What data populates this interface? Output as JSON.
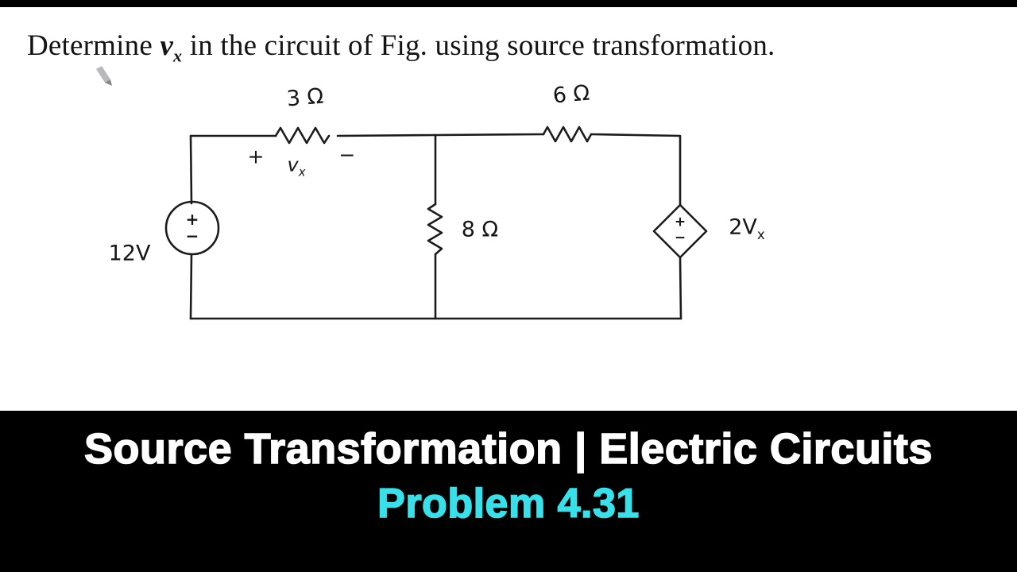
{
  "problem": {
    "text_before": "Determine ",
    "var_base": "v",
    "var_sub": "x",
    "text_after": " in the circuit of Fig. using source transformation."
  },
  "circuit": {
    "resistor_3ohm": "3 Ω",
    "resistor_6ohm": "6 Ω",
    "resistor_8ohm": "8 Ω",
    "source_label": "12V",
    "dep_source_base": "2V",
    "dep_source_sub": "x",
    "vx_base": "v",
    "vx_sub": "x",
    "plus": "+",
    "minus": "−",
    "wire_color": "#1c1c1c"
  },
  "banner": {
    "line1": "Source Transformation | Electric Circuits",
    "line2": "Problem 4.31",
    "line1_color": "#ffffff",
    "line2_color": "#38e1ea",
    "background": "#000000"
  }
}
